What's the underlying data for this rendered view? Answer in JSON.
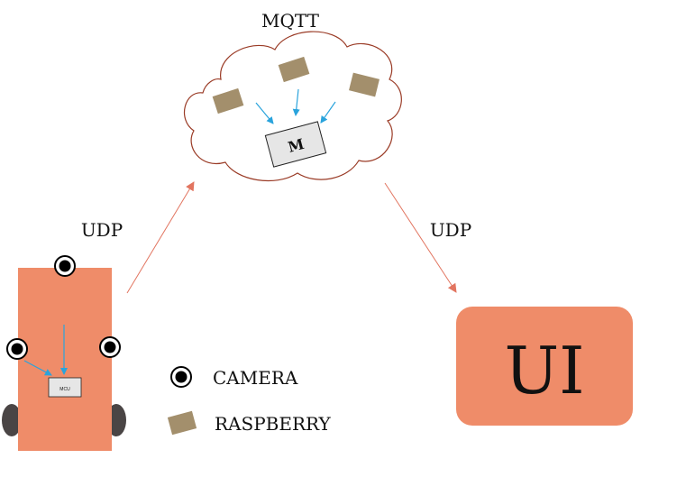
{
  "labels": {
    "mqtt": "MQTT",
    "udp_left": "UDP",
    "udp_right": "UDP",
    "broker": "M",
    "mcu": "MCU",
    "ui": "UI"
  },
  "legend": {
    "camera_label": "CAMERA",
    "raspberry_label": "RASPBERRY"
  },
  "colors": {
    "salmon": "#ef8c69",
    "raspberry_box": "#a38f6c",
    "cloud_stroke": "#9a3b26",
    "blue_arrow": "#29a3dc",
    "red_arrow": "#e27560",
    "wheel": "#4a4545",
    "broker_fill": "#e6e6e6"
  }
}
